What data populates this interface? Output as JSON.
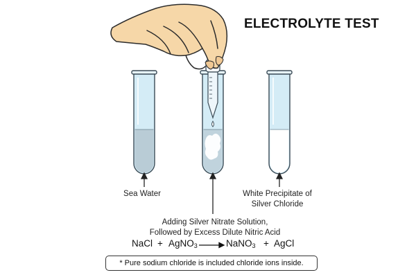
{
  "title": "ELECTROLYTE TEST",
  "labels": {
    "sea_water": "Sea Water",
    "white_line1": "White Precipitate of",
    "white_line2": "Silver Chloride",
    "adding_line1": "Adding Silver Nitrate Solution,",
    "adding_line2": "Followed by Excess Dilute Nitric Acid"
  },
  "equation": {
    "r1": "NaCl",
    "plus1": "+",
    "r2": "AgNO",
    "r2_sub": "3",
    "p1": "NaNO",
    "p1_sub": "3",
    "plus2": "+",
    "p2": "AgCl"
  },
  "note": "* Pure sodium chloride is included chloride ions inside.",
  "colors": {
    "tube_glass": "#d4ecf6",
    "tube_outline": "#3a4a55",
    "sea_water": "#b9ccd6",
    "precipitate": "#ffffff",
    "skin": "#f6d7a8",
    "skin_outline": "#2b2b2b"
  },
  "icons": [
    "hand-icon",
    "dropper-icon",
    "arrow-up-icon",
    "arrow-right-icon"
  ]
}
